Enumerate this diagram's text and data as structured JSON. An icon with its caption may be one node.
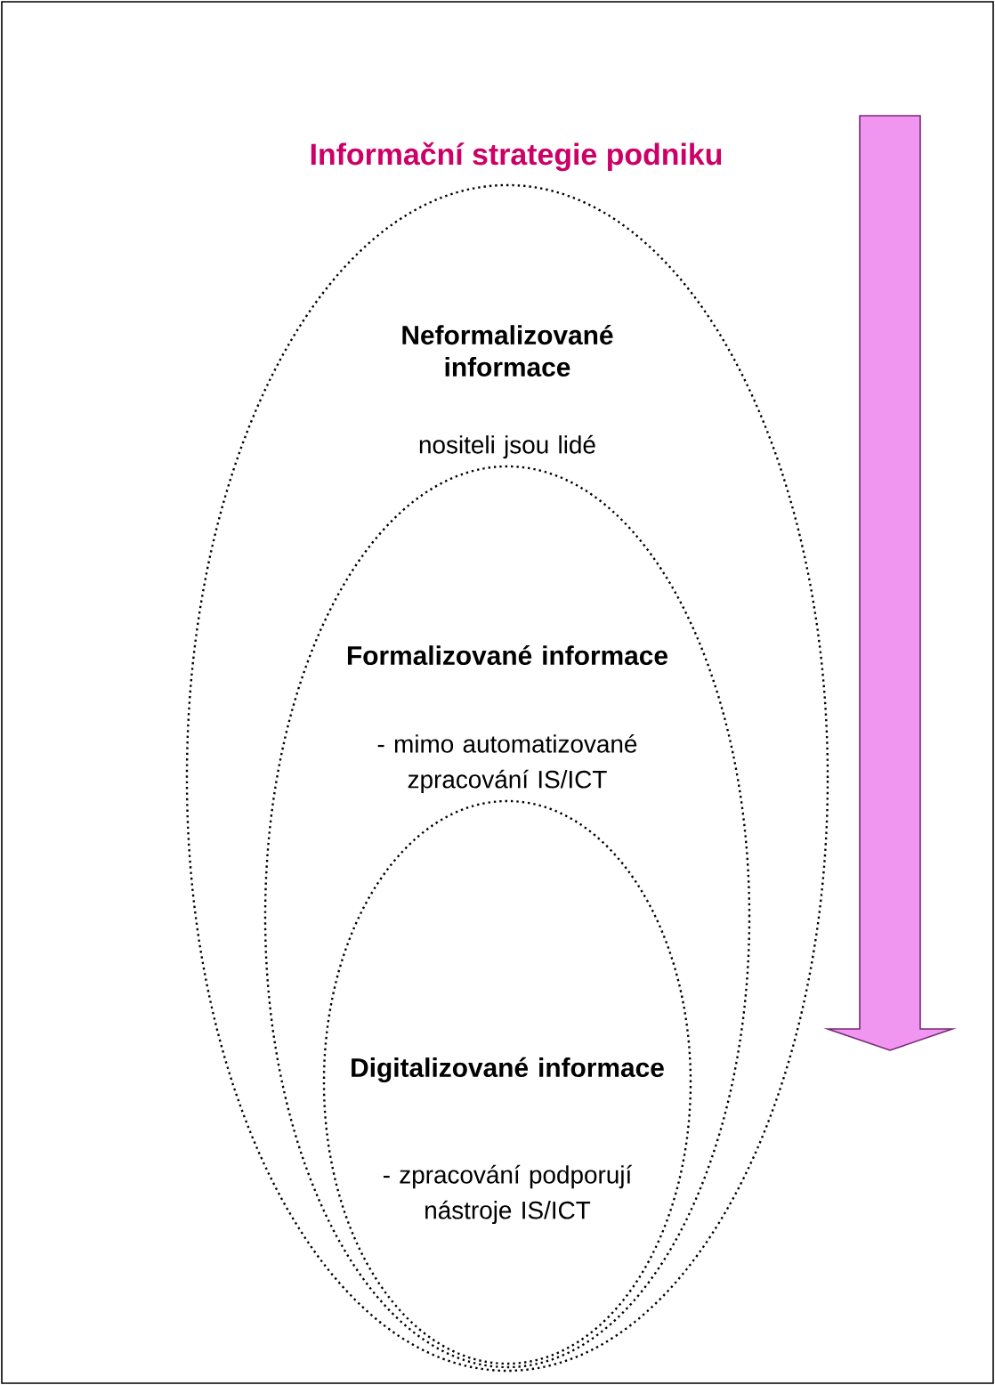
{
  "diagram": {
    "title": "Informační strategie podniku",
    "nodes": [
      {
        "text": [
          "Neformalizované informace",
          "nositeli jsou lidé"
        ]
      },
      {
        "text": [
          "Formalizované informace",
          "- mimo automatizované zpracování IS/ICT"
        ],
        "in": 0
      },
      {
        "text": [
          "Digitalizované informace",
          "- zpracování podporují nástroje IS/ICT"
        ],
        "in": 1
      }
    ]
  }
}
